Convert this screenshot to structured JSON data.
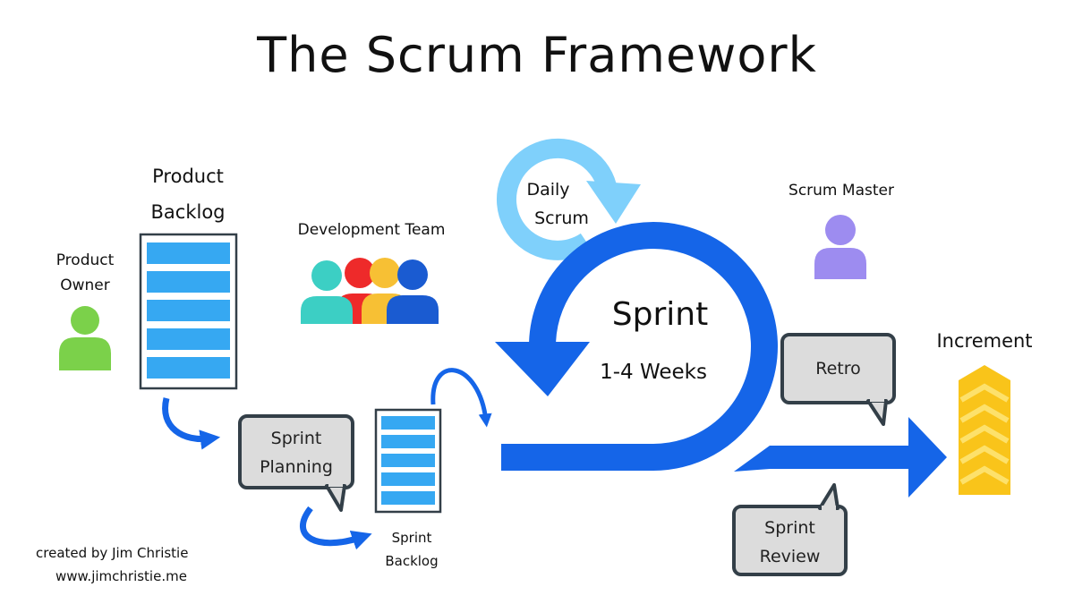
{
  "title": "The Scrum Framework",
  "labels": {
    "product_backlog": [
      "Product",
      "Backlog"
    ],
    "product_owner": [
      "Product",
      "Owner"
    ],
    "development_team": "Development Team",
    "daily_scrum": [
      "Daily",
      "Scrum"
    ],
    "scrum_master": "Scrum Master",
    "sprint": "Sprint",
    "sprint_duration": "1-4 Weeks",
    "increment": "Increment",
    "sprint_backlog": [
      "Sprint",
      "Backlog"
    ]
  },
  "bubbles": {
    "sprint_planning": [
      "Sprint",
      "Planning"
    ],
    "retro": "Retro",
    "sprint_review": [
      "Sprint",
      "Review"
    ]
  },
  "credit": {
    "author": "created by Jim Christie",
    "url": "www.jimchristie.me"
  },
  "colors": {
    "primary_blue": "#1565e8",
    "light_blue": "#7fd0fb",
    "owner_green": "#7bd14a",
    "master_purple": "#9d8cf0",
    "team_teal": "#3ccfc4",
    "team_red": "#ee2a2a",
    "team_yellow": "#f7c034",
    "team_blue": "#1a5bd1",
    "backlog_item": "#36a8f2",
    "bubble_fill": "#dcdcdc",
    "bubble_border": "#333f48",
    "increment_yellow": "#f9c41a"
  },
  "icons": [
    "person-icon",
    "team-icon",
    "backlog-list-icon",
    "speech-bubble-icon",
    "cycle-arrow-icon",
    "increment-chevron-icon"
  ]
}
